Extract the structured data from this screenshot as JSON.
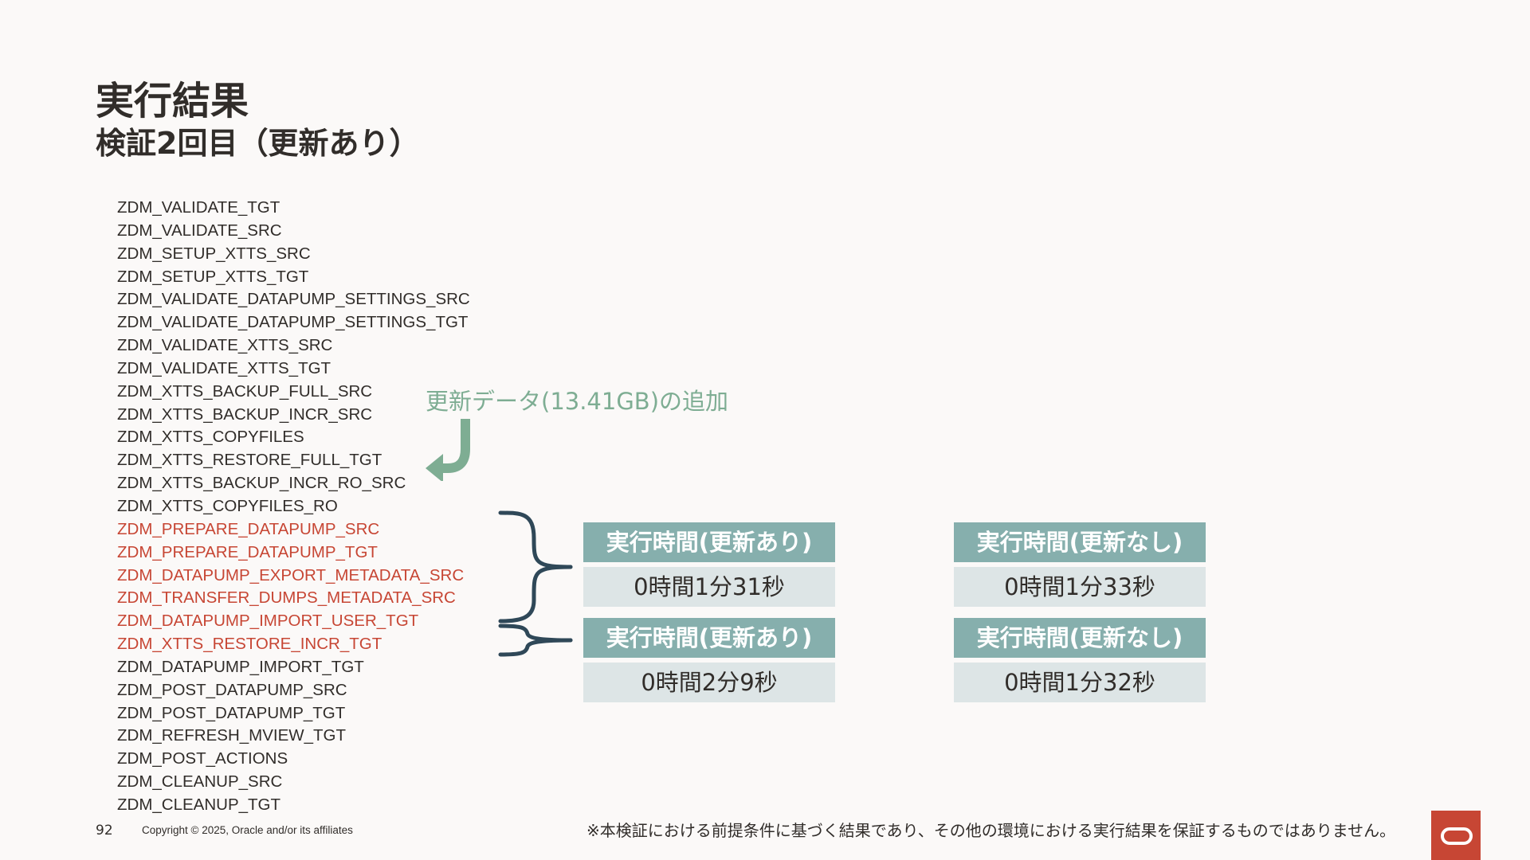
{
  "slide": {
    "title": "実行結果",
    "subtitle": "検証2回目（更新あり）",
    "page_number": "92",
    "copyright": "Copyright © 2025, Oracle and/or its affiliates",
    "disclaimer": "※本検証における前提条件に基づく結果であり、その他の環境における実行結果を保証するものではありません。"
  },
  "steps": [
    {
      "label": "ZDM_VALIDATE_TGT",
      "highlight": false
    },
    {
      "label": "ZDM_VALIDATE_SRC",
      "highlight": false
    },
    {
      "label": "ZDM_SETUP_XTTS_SRC",
      "highlight": false
    },
    {
      "label": "ZDM_SETUP_XTTS_TGT",
      "highlight": false
    },
    {
      "label": "ZDM_VALIDATE_DATAPUMP_SETTINGS_SRC",
      "highlight": false
    },
    {
      "label": "ZDM_VALIDATE_DATAPUMP_SETTINGS_TGT",
      "highlight": false
    },
    {
      "label": "ZDM_VALIDATE_XTTS_SRC",
      "highlight": false
    },
    {
      "label": "ZDM_VALIDATE_XTTS_TGT",
      "highlight": false
    },
    {
      "label": "ZDM_XTTS_BACKUP_FULL_SRC",
      "highlight": false
    },
    {
      "label": "ZDM_XTTS_BACKUP_INCR_SRC",
      "highlight": false
    },
    {
      "label": "ZDM_XTTS_COPYFILES",
      "highlight": false
    },
    {
      "label": "ZDM_XTTS_RESTORE_FULL_TGT",
      "highlight": false
    },
    {
      "label": "ZDM_XTTS_BACKUP_INCR_RO_SRC",
      "highlight": false
    },
    {
      "label": "ZDM_XTTS_COPYFILES_RO",
      "highlight": false
    },
    {
      "label": "ZDM_PREPARE_DATAPUMP_SRC",
      "highlight": true
    },
    {
      "label": "ZDM_PREPARE_DATAPUMP_TGT",
      "highlight": true
    },
    {
      "label": "ZDM_DATAPUMP_EXPORT_METADATA_SRC",
      "highlight": true
    },
    {
      "label": "ZDM_TRANSFER_DUMPS_METADATA_SRC",
      "highlight": true
    },
    {
      "label": "ZDM_DATAPUMP_IMPORT_USER_TGT",
      "highlight": true
    },
    {
      "label": "ZDM_XTTS_RESTORE_INCR_TGT",
      "highlight": true
    },
    {
      "label": "ZDM_DATAPUMP_IMPORT_TGT",
      "highlight": false
    },
    {
      "label": "ZDM_POST_DATAPUMP_SRC",
      "highlight": false
    },
    {
      "label": "ZDM_POST_DATAPUMP_TGT",
      "highlight": false
    },
    {
      "label": "ZDM_REFRESH_MVIEW_TGT",
      "highlight": false
    },
    {
      "label": "ZDM_POST_ACTIONS",
      "highlight": false
    },
    {
      "label": "ZDM_CLEANUP_SRC",
      "highlight": false
    },
    {
      "label": "ZDM_CLEANUP_TGT",
      "highlight": false
    }
  ],
  "annotation": "更新データ(13.41GB)の追加",
  "results": {
    "group1_with_update": {
      "header": "実行時間(更新あり)",
      "value": "0時間1分31秒"
    },
    "group1_without_update": {
      "header": "実行時間(更新なし)",
      "value": "0時間1分33秒"
    },
    "group2_with_update": {
      "header": "実行時間(更新あり)",
      "value": "0時間2分9秒"
    },
    "group2_without_update": {
      "header": "実行時間(更新なし)",
      "value": "0時間1分32秒"
    }
  },
  "colors": {
    "background": "#FBF9F8",
    "text": "#312D2A",
    "highlight_text": "#C74634",
    "annotation": "#7EAD93",
    "header_fill": "#86AFAD",
    "value_fill": "#DDE5E6",
    "brace": "#2F4858",
    "logo": "#C74634"
  },
  "icons": {
    "arrow": "curved-down-left-arrow-icon",
    "brace": "right-curly-brace-icon",
    "logo": "oracle-logo-icon"
  }
}
